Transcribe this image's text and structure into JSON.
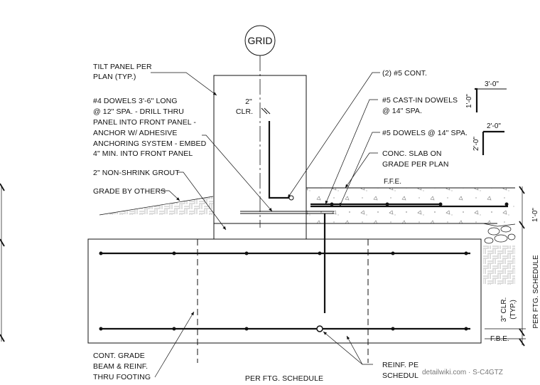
{
  "grid_label": "GRID",
  "callouts_left": {
    "tilt_panel": [
      "TILT PANEL PER",
      "PLAN (TYP.)"
    ],
    "dowels_4": [
      "#4 DOWELS 3'-6\" LONG",
      "@ 12\" SPA. - DRILL THRU",
      "PANEL INTO FRONT PANEL -",
      "ANCHOR W/ ADHESIVE",
      "ANCHORING SYSTEM - EMBED",
      "4\" MIN. INTO FRONT PANEL"
    ],
    "grout": "2\" NON-SHRINK GROUT",
    "grade": "GRADE BY OTHERS",
    "grade_beam": [
      "CONT. GRADE",
      "BEAM & REINF.",
      "THRU FOOTING"
    ]
  },
  "callouts_right": {
    "cont_5": "(2) #5 CONT.",
    "cast_in": [
      "#5 CAST-IN DOWELS",
      "@ 14\" SPA."
    ],
    "dowels_5": "#5 DOWELS @ 14\" SPA.",
    "slab": [
      "CONC. SLAB ON",
      "GRADE PER PLAN"
    ],
    "reinf": [
      "REINF. PE",
      "SCHEDUL"
    ]
  },
  "dims": {
    "clr_2": [
      "2\"",
      "CLR."
    ],
    "hook1_h": "3'-0\"",
    "hook1_v": "1'-0\"",
    "hook2_h": "2'-0\"",
    "hook2_v": "2'-0\"",
    "ffe": "F.F.E.",
    "slab_depth": "1'-0\"",
    "per_ftg_v": "PER FTG. SCHEDULE",
    "clr_3": [
      "3\" CLR.",
      "(TYP.)"
    ],
    "fbe": "F.B.E.",
    "per_ftg_h": "PER FTG. SCHEDULE"
  },
  "watermark": "detailwiki.com · S-C4GTZ"
}
